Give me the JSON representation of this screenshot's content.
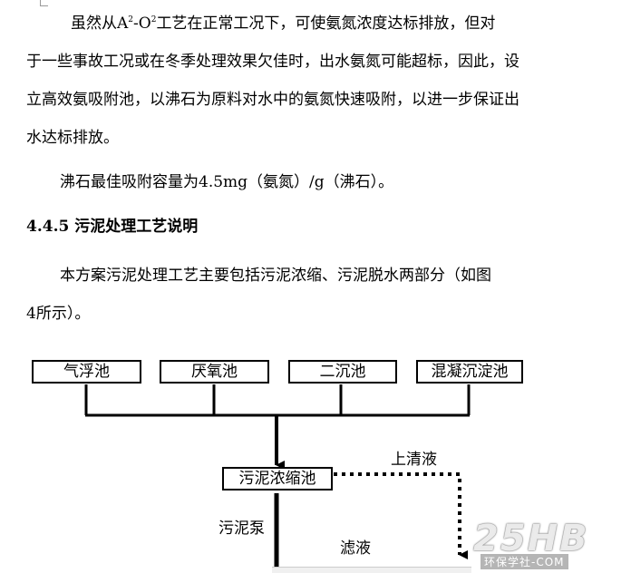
{
  "paragraph1": {
    "line1_a": "虽然从A",
    "sup1": "2",
    "line1_b": "-O",
    "sup2": "2",
    "line1_c": "工艺在正常工况下，可使氨氮浓度达标排放，但对",
    "rest": "于一些事故工况或在冬季处理效果欠佳时，出水氨氮可能超标，因此，设立高效氨吸附池，以沸石为原料对水中的氨氮快速吸附，以进一步保证出水达标排放。"
  },
  "paragraph2": "沸石最佳吸附容量为4.5mg（氨氮）/g（沸石）。",
  "heading": "4.4.5 污泥处理工艺说明",
  "paragraph3": {
    "first": "本方案污泥处理工艺主要包括污泥浓缩、污泥脱水两部分（如图",
    "second": "4所示）。"
  },
  "flow": {
    "sources": [
      "气浮池",
      "厌氧池",
      "二沉池",
      "混凝沉淀池"
    ],
    "thickener": "污泥浓缩池",
    "supernatant": "上清液",
    "pump": "污泥泵",
    "filtrate": "滤液"
  },
  "watermark": {
    "logo": "25HB",
    "sub": "环保学社-COM"
  }
}
